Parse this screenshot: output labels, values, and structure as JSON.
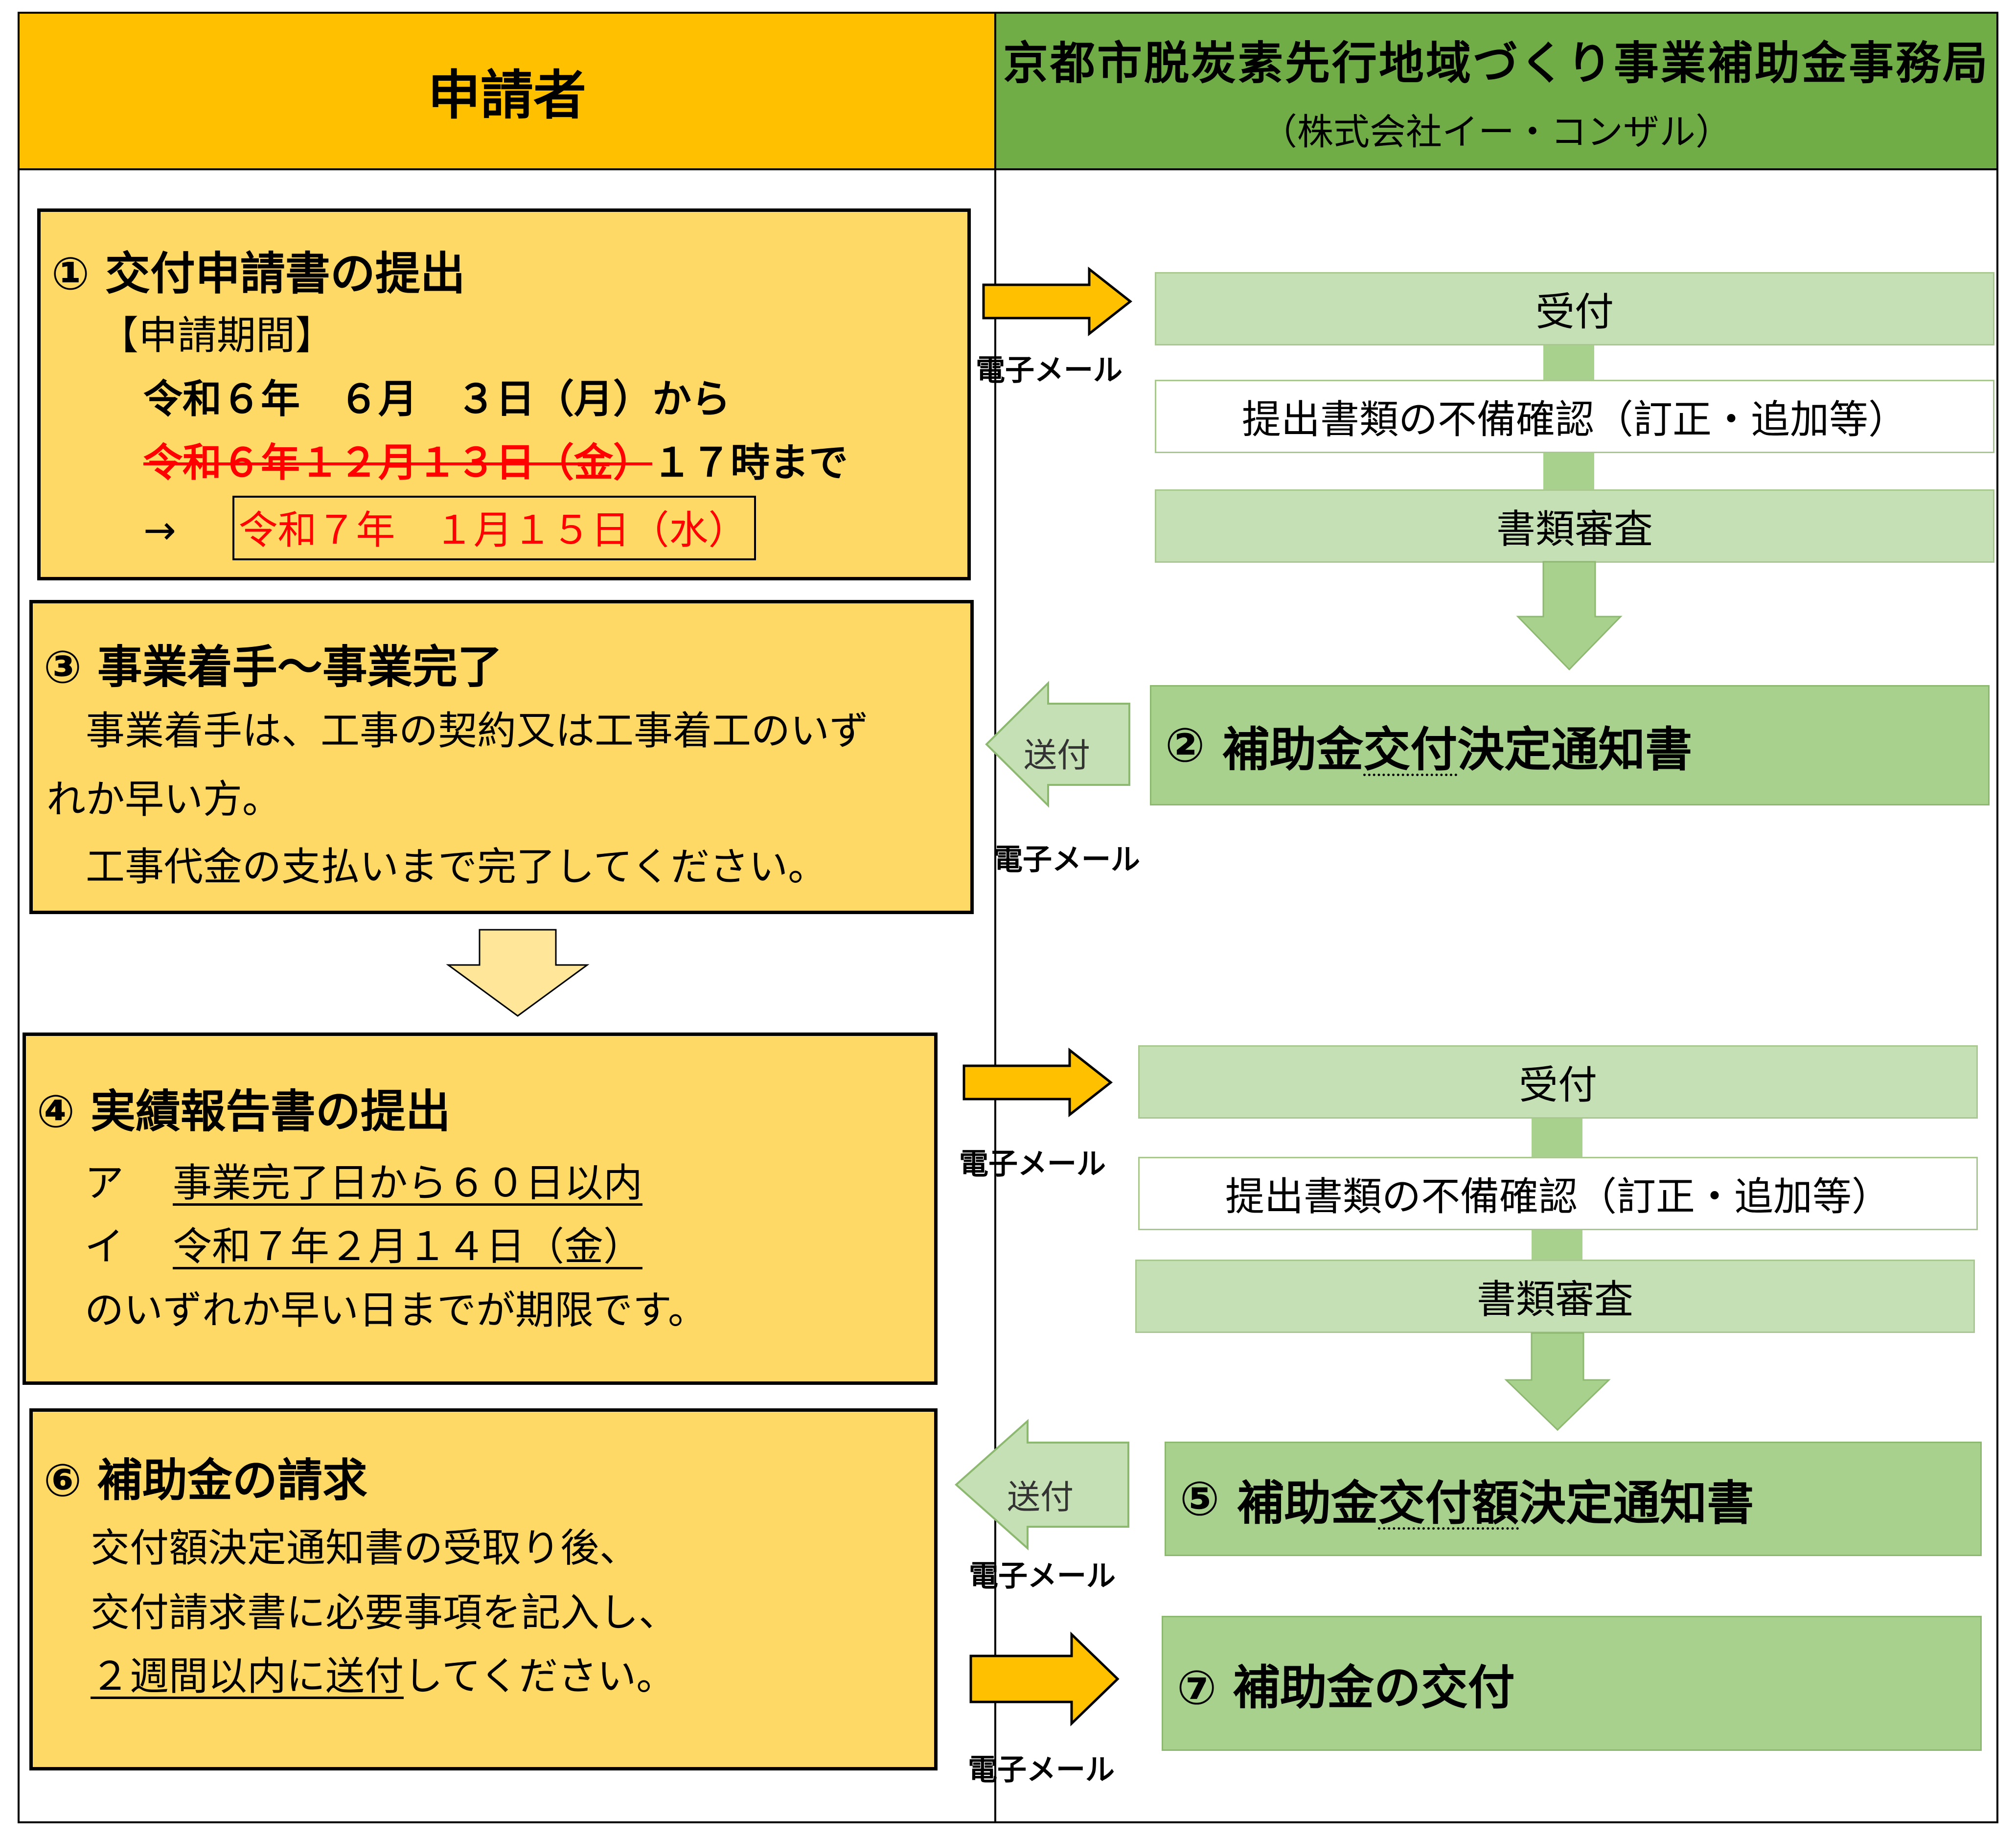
{
  "header": {
    "applicant": "申請者",
    "office_title": "京都市脱炭素先行地域づくり事業補助金事務局",
    "office_subtitle": "（株式会社イー・コンザル）"
  },
  "step1": {
    "title": "①  交付申請書の提出",
    "period_label": "【申請期間】",
    "start": "令和６年　６月　３日（月）から",
    "old_end": "令和６年１２月１３日（金）",
    "end_time": "１７時まで",
    "arrow": "→",
    "new_end": "令和７年　１月１５日（水）"
  },
  "office_round1": {
    "receive": "受付",
    "check": "提出書類の不備確認（訂正・追加等）",
    "review": "書類審査",
    "notice_num": "②",
    "notice_pre": "補助金",
    "notice_mid": "交付",
    "notice_post": "決定通知書"
  },
  "step3": {
    "title": "③  事業着手～事業完了",
    "line1": "　事業着手は、工事の契約又は工事着工のいず",
    "line2": "れか早い方。",
    "line3": "　工事代金の支払いまで完了してください。"
  },
  "step4": {
    "title": "④  実績報告書の提出",
    "a_mark": "ア",
    "a_text": "事業完了日から６０日以内",
    "i_mark": "イ",
    "i_text": "令和７年２月１４日（金）",
    "line3": "のいずれか早い日までが期限です。"
  },
  "office_round2": {
    "receive": "受付",
    "check": "提出書類の不備確認（訂正・追加等）",
    "review": "書類審査",
    "notice_num": "⑤",
    "notice_pre": "補助金",
    "notice_mid": "交付額",
    "notice_post": "決定通知書"
  },
  "step6": {
    "title": "⑥  補助金の請求",
    "line1": "交付額決定通知書の受取り後、",
    "line2": "交付請求書に必要事項を記入し、",
    "line3_u": "２週間以内に送付",
    "line3_rest": "してください。"
  },
  "step7": {
    "title": "⑦  補助金の交付"
  },
  "arrows": {
    "email": "電子メール",
    "send": "送付"
  },
  "colors": {
    "applicant_header": "#FFC000",
    "office_header": "#70AD47",
    "applicant_box": "#FFD966",
    "office_light": "#C5E0B4",
    "office_dark": "#A9D18E",
    "arrow_orange": "#FFC000",
    "deadline_red": "#FF0000"
  }
}
